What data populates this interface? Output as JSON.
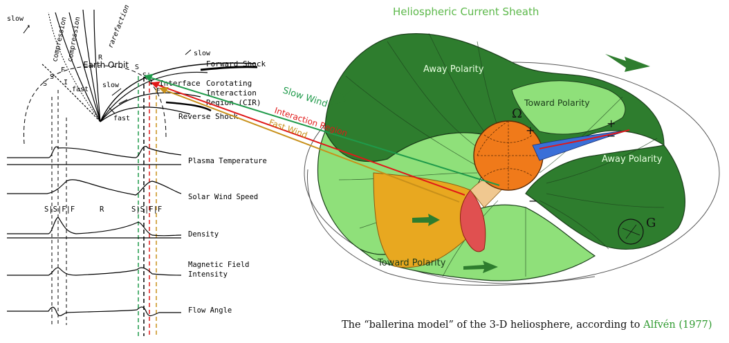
{
  "left_panel": {
    "top_labels": {
      "slow_arrow_label": "slow",
      "compression_1": "compression",
      "compression_2": "compression",
      "rarefaction": "rarefaction",
      "earth_orbit": "Earth Orbit",
      "slow_right": "slow",
      "forward_shock": "Forward Shock",
      "interface": "Interface",
      "cir_line1": "Corotating",
      "cir_line2": "Interaction",
      "cir_line3": "Region (CIR)",
      "reverse_shock": "Reverse Shock",
      "fast_1": "fast",
      "fast_2": "fast",
      "slow_mid": "slow",
      "R": "R",
      "S": "S",
      "S2": "S",
      "F": "F",
      "I": "I",
      "S_right": "S",
      "S_prime": "S'",
      "I_right": "I",
      "F_right": "F"
    },
    "profiles": [
      {
        "label": "Plasma Temperature"
      },
      {
        "label": "Solar Wind Speed"
      },
      {
        "label": "Density"
      },
      {
        "label": "Magnetic Field",
        "label2": "Intensity"
      },
      {
        "label": "Flow Angle"
      }
    ],
    "boundary_row": {
      "left": "S|S|F|F",
      "mid": "R",
      "right": "S|S|F|F"
    }
  },
  "right_panel": {
    "title": "Heliospheric Current Sheath",
    "away_top": "Away Polarity",
    "toward_top": "Toward Polarity",
    "away_right": "Away Polarity",
    "toward_bottom": "Toward Polarity",
    "slow_wind": "Slow Wind",
    "interaction_region": "Interaction Region",
    "fast_wind": "Fast Wind",
    "omega": "Ω",
    "plus": "+",
    "minus": "−",
    "G": "G"
  },
  "caption": {
    "text": "The “ballerina model” of the 3-D heliosphere, according to",
    "ref_name": "Alfvén",
    "ref_year": "(1977)"
  },
  "colors": {
    "sheet_dark": "#2e7d2e",
    "sheet_light": "#8fe07a",
    "slow_wind_arrow": "#1f9a4a",
    "interaction_arrow": "#e01818",
    "fast_wind_arrow": "#c8901a",
    "sun": "#f07a1a",
    "title_green": "#5cb84a"
  }
}
